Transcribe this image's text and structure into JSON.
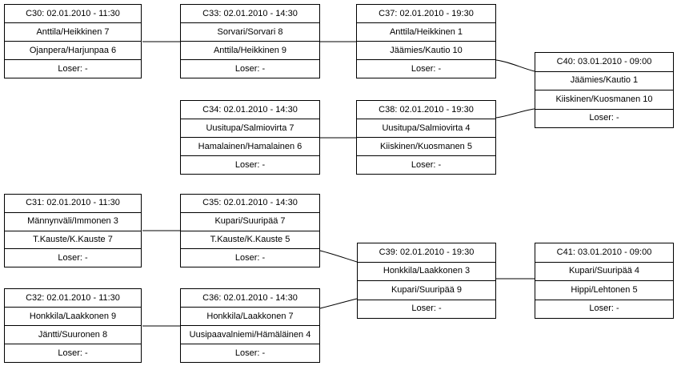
{
  "page": {
    "background_color": "#ffffff",
    "line_color": "#000000",
    "text_color": "#000000"
  },
  "matches": {
    "c30": {
      "title": "C30: 02.01.2010 - 11:30",
      "player1": "Anttila/Heikkinen 7",
      "player2": "Ojanpera/Harjunpaa 6",
      "loser": "Loser: -"
    },
    "c31": {
      "title": "C31: 02.01.2010 - 11:30",
      "player1": "Männynväli/Immonen 3",
      "player2": "T.Kauste/K.Kauste 7",
      "loser": "Loser: -"
    },
    "c32": {
      "title": "C32: 02.01.2010 - 11:30",
      "player1": "Honkkila/Laakkonen 9",
      "player2": "Jäntti/Suuronen 8",
      "loser": "Loser: -"
    },
    "c33": {
      "title": "C33: 02.01.2010 - 14:30",
      "player1": "Sorvari/Sorvari 8",
      "player2": "Anttila/Heikkinen 9",
      "loser": "Loser: -"
    },
    "c34": {
      "title": "C34: 02.01.2010 - 14:30",
      "player1": "Uusitupa/Salmiovirta 7",
      "player2": "Hamalainen/Hamalainen 6",
      "loser": "Loser: -"
    },
    "c35": {
      "title": "C35: 02.01.2010 - 14:30",
      "player1": "Kupari/Suuripää 7",
      "player2": "T.Kauste/K.Kauste 5",
      "loser": "Loser: -"
    },
    "c36": {
      "title": "C36: 02.01.2010 - 14:30",
      "player1": "Honkkila/Laakkonen 7",
      "player2": "Uusipaavalniemi/Hämäläinen 4",
      "loser": "Loser: -"
    },
    "c37": {
      "title": "C37: 02.01.2010 - 19:30",
      "player1": "Anttila/Heikkinen 1",
      "player2": "Jäämies/Kautio 10",
      "loser": "Loser: -"
    },
    "c38": {
      "title": "C38: 02.01.2010 - 19:30",
      "player1": "Uusitupa/Salmiovirta 4",
      "player2": "Kiiskinen/Kuosmanen 5",
      "loser": "Loser: -"
    },
    "c39": {
      "title": "C39: 02.01.2010 - 19:30",
      "player1": "Honkkila/Laakkonen 3",
      "player2": "Kupari/Suuripää 9",
      "loser": "Loser: -"
    },
    "c40": {
      "title": "C40: 03.01.2010 - 09:00",
      "player1": "Jäämies/Kautio 1",
      "player2": "Kiiskinen/Kuosmanen 10",
      "loser": "Loser: -"
    },
    "c41": {
      "title": "C41: 03.01.2010 - 09:00",
      "player1": "Kupari/Suuripää 4",
      "player2": "Hippi/Lehtonen 5",
      "loser": "Loser: -"
    }
  }
}
